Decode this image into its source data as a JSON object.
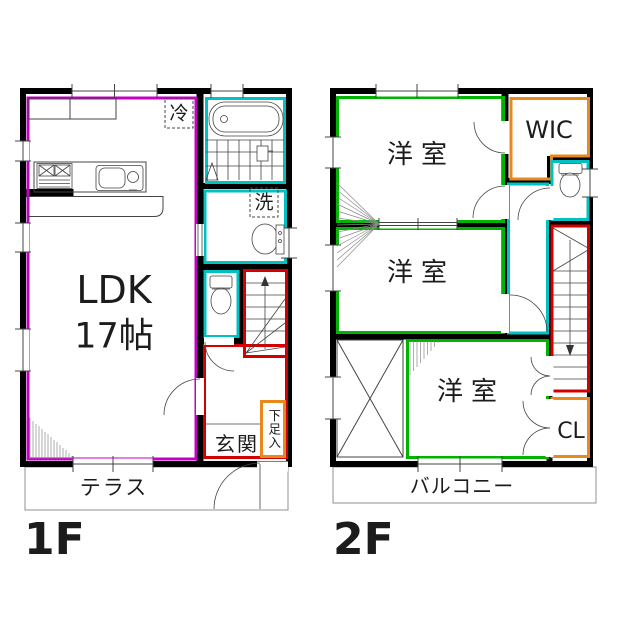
{
  "title": "2-story house floor plan",
  "colors": {
    "wall": "#000000",
    "ldk": "#c400c4",
    "wet": "#00c2c2",
    "stairs": "#d40000",
    "storage": "#e8891c",
    "bedroom": "#00b300",
    "terrace_line": "#909090",
    "hairline": "#444444",
    "text": "#1c1c1c"
  },
  "floor1": {
    "name": "1F",
    "rooms": {
      "ldk_line1": "LDK",
      "ldk_line2": "17帖",
      "refrigerator": "冷",
      "washer": "洗",
      "entrance": "玄関",
      "shoe_cabinet": "下足入",
      "terrace": "テラス"
    }
  },
  "floor2": {
    "name": "2F",
    "rooms": {
      "bedroom1": "洋室",
      "bedroom2": "洋室",
      "bedroom3": "洋室",
      "walk_in_closet": "WIC",
      "closet": "CL",
      "balcony": "バルコニー"
    }
  }
}
